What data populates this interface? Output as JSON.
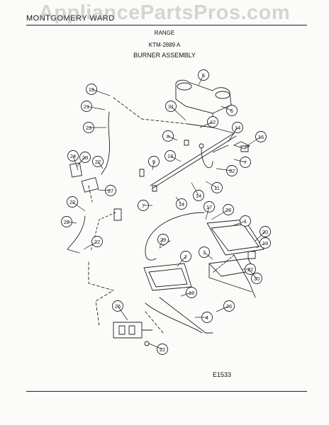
{
  "header": {
    "brand": "MONTGOMERY WARD",
    "model_category": "RANGE",
    "model_number": "KTM-2889 A",
    "assembly_title": "BURNER ASSEMBLY"
  },
  "watermark": "AppliancePartsPros.com",
  "diagram_code": "E1533",
  "callouts": [
    "1",
    "2",
    "3",
    "4",
    "5",
    "6",
    "7",
    "7",
    "8",
    "9",
    "11",
    "12",
    "13",
    "14",
    "14",
    "14",
    "15",
    "16",
    "17",
    "18",
    "19",
    "20",
    "21",
    "22",
    "22",
    "22",
    "22",
    "22",
    "22",
    "23",
    "24",
    "25",
    "26",
    "27",
    "28",
    "28",
    "29",
    "30",
    "31",
    "32"
  ],
  "colors": {
    "line": "#222222",
    "background": "#fbfbf9",
    "watermark": "#969696"
  }
}
